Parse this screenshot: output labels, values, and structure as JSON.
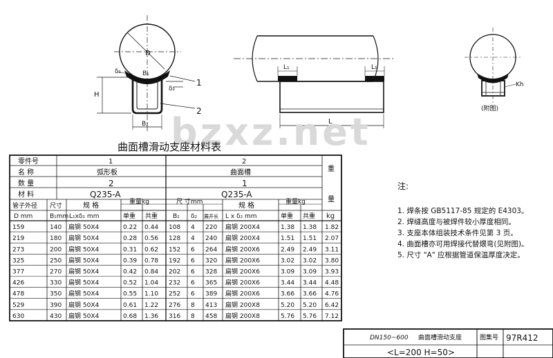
{
  "drawings": {
    "left_labels": {
      "D": "D",
      "delta1": "δ₁",
      "B1": "B₁",
      "delta2": "δ₂",
      "H": "H",
      "B2": "B₂",
      "leader1": "1",
      "leader2": "2"
    },
    "middle_labels": {
      "L1_left": "L₁",
      "L1_right": "L₁",
      "L": "L"
    },
    "right_labels": {
      "Kh": "Kh",
      "caption": "(附图)"
    }
  },
  "watermark": "bzxz.net",
  "table": {
    "title": "曲面槽滑动支座材料表",
    "header": {
      "part_no": "零件号",
      "name": "名 称",
      "qty": "数 量",
      "material": "材 料",
      "part1_no": "1",
      "part1_name": "弧形板",
      "part1_qty": "2",
      "part1_mat": "Q235-A",
      "part2_no": "2",
      "part2_name": "曲面槽",
      "part2_qty": "1",
      "part2_mat": "Q235-A",
      "weight_top": "重",
      "weight_mid": "量",
      "weight_unit": "kg",
      "pipe_od": "管子外径",
      "pipe_od_sub": "D mm",
      "size": "尺寸",
      "size_sub": "B₁mm",
      "spec1": "规 格",
      "spec1_sub": "L₁xδ₁ mm",
      "weight1": "重量kg",
      "unit_w1": "单重",
      "total_w1": "共重",
      "dims2": "尺 寸mm",
      "B2": "B₂",
      "delta2": "δ₂",
      "unfold": "展开长",
      "spec2": "规 格",
      "spec2_sub": "L x δ₂ mm",
      "weight2": "重量kg",
      "unit_w2": "单重",
      "total_w2": "共重"
    },
    "rows": [
      [
        "159",
        "140",
        "扁钢 50X4",
        "0.22",
        "0.44",
        "108",
        "4",
        "220",
        "扁钢 200X4",
        "1.38",
        "1.38",
        "1.82"
      ],
      [
        "219",
        "180",
        "扁钢 50X4",
        "0.28",
        "0.56",
        "128",
        "4",
        "240",
        "扁钢 200X4",
        "1.51",
        "1.51",
        "2.07"
      ],
      [
        "273",
        "200",
        "扁钢 50X4",
        "0.31",
        "0.62",
        "152",
        "6",
        "264",
        "扁钢 200X6",
        "2.49",
        "2.49",
        "3.11"
      ],
      [
        "325",
        "250",
        "扁钢 50X4",
        "0.39",
        "0.78",
        "192",
        "6",
        "320",
        "扁钢 200X6",
        "3.02",
        "3.02",
        "3.80"
      ],
      [
        "377",
        "270",
        "扁钢 50X4",
        "0.42",
        "0.84",
        "202",
        "6",
        "328",
        "扁钢 200X6",
        "3.09",
        "3.09",
        "3.93"
      ],
      [
        "426",
        "330",
        "扁钢 50X4",
        "0.52",
        "1.04",
        "232",
        "6",
        "365",
        "扁钢 200X6",
        "3.44",
        "3.44",
        "4.48"
      ],
      [
        "478",
        "350",
        "扁钢 50X4",
        "0.55",
        "1.10",
        "252",
        "6",
        "389",
        "扁钢 200X6",
        "3.66",
        "3.66",
        "4.76"
      ],
      [
        "529",
        "390",
        "扁钢 50X4",
        "0.61",
        "1.22",
        "276",
        "8",
        "413",
        "扁钢 200X8",
        "5.20",
        "5.20",
        "6.42"
      ],
      [
        "630",
        "430",
        "扁钢 50X4",
        "0.68",
        "1.36",
        "316",
        "8",
        "458",
        "扁钢 200X8",
        "5.76",
        "5.76",
        "7.12"
      ]
    ]
  },
  "notes": {
    "heading": "注:",
    "items": [
      "1. 焊条按 GB5117-85 规定的 E4303。",
      "2. 焊缝高度与被焊件较小厚度相同。",
      "3. 支座本体组装技术条件见第 3 页。",
      "4. 曲面槽亦可用焊接代替煨弯(见附图)。",
      "5. 尺寸 \"A\" 应根据管道保温厚度决定。"
    ]
  },
  "title_block": {
    "range": "DN150~600",
    "name": "曲面槽滑动支座",
    "atlas_label": "图集号",
    "atlas_no": "97R412",
    "params": "<L=200 H=50>"
  }
}
